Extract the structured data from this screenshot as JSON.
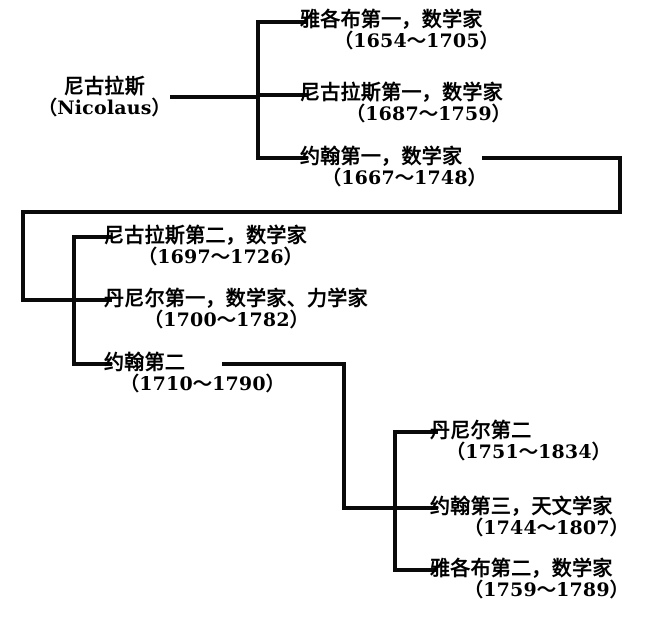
{
  "diagram": {
    "title": "Bernoulli family genealogy chart",
    "line_color": "#0a0a0a",
    "background": "#ffffff"
  },
  "nodes": {
    "root": {
      "name": "尼古拉斯",
      "years": "（Nicolaus）"
    },
    "gen1": [
      {
        "name": "雅各布第一，数学家",
        "years": "（1654～1705）"
      },
      {
        "name": "尼古拉斯第一，数学家",
        "years": "（1687～1759）"
      },
      {
        "name": "约翰第一，数学家",
        "years": "（1667～1748）"
      }
    ],
    "gen2": [
      {
        "name": "尼古拉斯第二，数学家",
        "years": "（1697～1726）"
      },
      {
        "name": "丹尼尔第一，数学家、力学家",
        "years": "（1700～1782）"
      },
      {
        "name": "约翰第二",
        "years": "（1710～1790）"
      }
    ],
    "gen3": [
      {
        "name": "丹尼尔第二",
        "years": "（1751～1834）"
      },
      {
        "name": "约翰第三，天文学家",
        "years": "（1744～1807）"
      },
      {
        "name": "雅各布第二，数学家",
        "years": "（1759～1789）"
      }
    ]
  }
}
